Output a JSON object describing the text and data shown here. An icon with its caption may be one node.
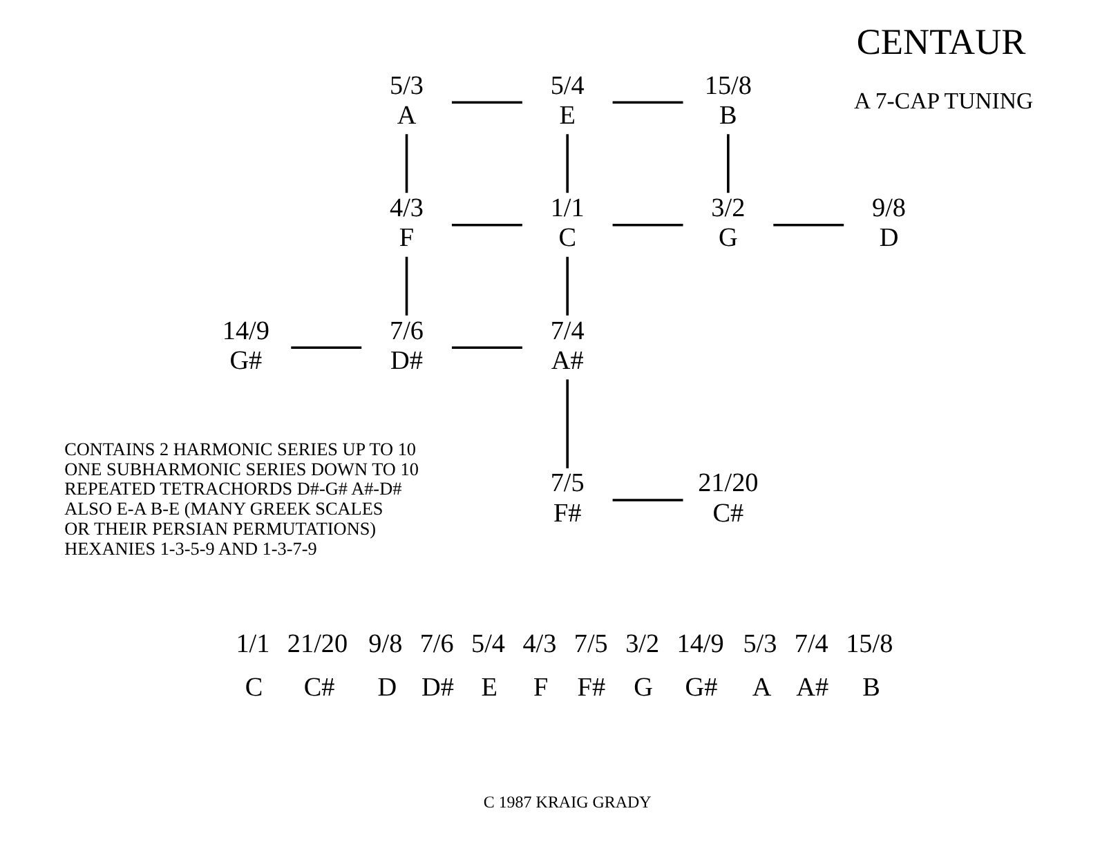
{
  "diagram": {
    "title": "CENTAUR",
    "nodes": [
      {
        "text": [
          "5/3",
          "A"
        ]
      },
      {
        "text": [
          "5/4",
          "E"
        ]
      },
      {
        "text": [
          "15/8",
          "B"
        ]
      },
      {
        "text": [
          "14/9",
          "G#"
        ]
      },
      {
        "text": [
          "7/6",
          "D#"
        ]
      },
      {
        "text": [
          "7/4",
          "A#"
        ]
      },
      {
        "text": [
          "9/8",
          "D"
        ]
      },
      {
        "text": [
          "4/3",
          "F"
        ]
      },
      {
        "text": [
          "1/1",
          "C"
        ]
      },
      {
        "text": [
          "3/2",
          "G"
        ]
      },
      {
        "text": [
          "21/20",
          "C#"
        ]
      },
      {
        "text": [
          "7/5",
          "F#"
        ]
      }
    ],
    "edges": [
      {
        "from": 0,
        "to": 1,
        "arrow": "none"
      },
      {
        "from": 1,
        "to": 2,
        "arrow": "none"
      },
      {
        "from": 3,
        "to": 4,
        "arrow": "none"
      },
      {
        "from": 4,
        "to": 5,
        "arrow": "none"
      },
      {
        "from": 0,
        "to": 7,
        "arrow": "none"
      },
      {
        "from": 1,
        "to": 8,
        "arrow": "none"
      },
      {
        "from": 2,
        "to": 9,
        "arrow": "none"
      },
      {
        "from": 7,
        "to": 4,
        "arrow": "none"
      },
      {
        "from": 8,
        "to": 5,
        "arrow": "none"
      },
      {
        "from": 7,
        "to": 8,
        "arrow": "none"
      },
      {
        "from": 8,
        "to": 9,
        "arrow": "none"
      },
      {
        "from": 9,
        "to": 6,
        "arrow": "none"
      },
      {
        "from": 5,
        "to": 11,
        "arrow": "none"
      },
      {
        "from": 11,
        "to": 10,
        "arrow": "none"
      }
    ],
    "labels": [
      "A 7-CAP TUNING",
      "CONTAINS 2 HARMONIC SERIES UP TO 10",
      "ONE SUBHARMONIC SERIES DOWN TO 10",
      "REPEATED TETRACHORDS D#-G# A#-D#",
      "ALSO E-A B-E (MANY GREEK SCALES",
      "OR THEIR PERSIAN PERMUTATIONS)",
      "HEXANIES 1-3-5-9 AND 1-3-7-9",
      "1/1",
      "21/20",
      "9/8",
      "7/6",
      "5/4",
      "4/3",
      "7/5",
      "3/2",
      "14/9",
      "5/3",
      "7/4",
      "15/8",
      "C",
      "C#",
      "D",
      "D#",
      "E",
      "F",
      "F#",
      "G",
      "G#",
      "A",
      "A#",
      "B",
      "C 1987 KRAIG GRADY"
    ]
  }
}
